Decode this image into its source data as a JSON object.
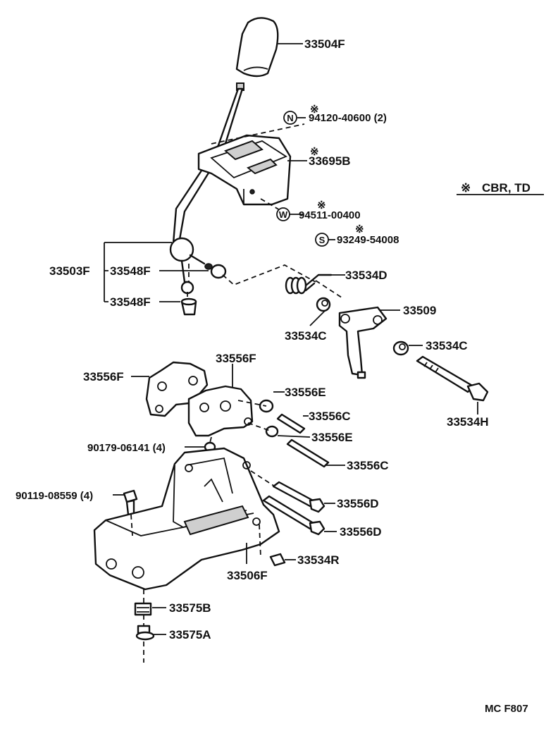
{
  "legend": {
    "mark": "※",
    "text": "CBR, TD"
  },
  "mark": "※",
  "labels": {
    "p33504F": "33504F",
    "p94120": "94120-40600 (2)",
    "p33695B": "33695B",
    "p94511": "94511-00400",
    "p93249": "93249-54008",
    "p33503F": "33503F",
    "p33548F_a": "33548F",
    "p33548F_b": "33548F",
    "p33534D": "33534D",
    "p33509": "33509",
    "p33534C_a": "33534C",
    "p33534C_b": "33534C",
    "p33534H": "33534H",
    "p33556F_a": "33556F",
    "p33556F_b": "33556F",
    "p33556E_a": "33556E",
    "p33556C_a": "33556C",
    "p33556E_b": "33556E",
    "p33556C_b": "33556C",
    "p90179": "90179-06141 (4)",
    "p90119": "90119-08559 (4)",
    "p33556D_a": "33556D",
    "p33556D_b": "33556D",
    "p33534R": "33534R",
    "p33506F": "33506F",
    "p33575B": "33575B",
    "p33575A": "33575A"
  },
  "badges": {
    "n": "N",
    "w": "W",
    "s": "S"
  },
  "footer_code": "MC F807"
}
